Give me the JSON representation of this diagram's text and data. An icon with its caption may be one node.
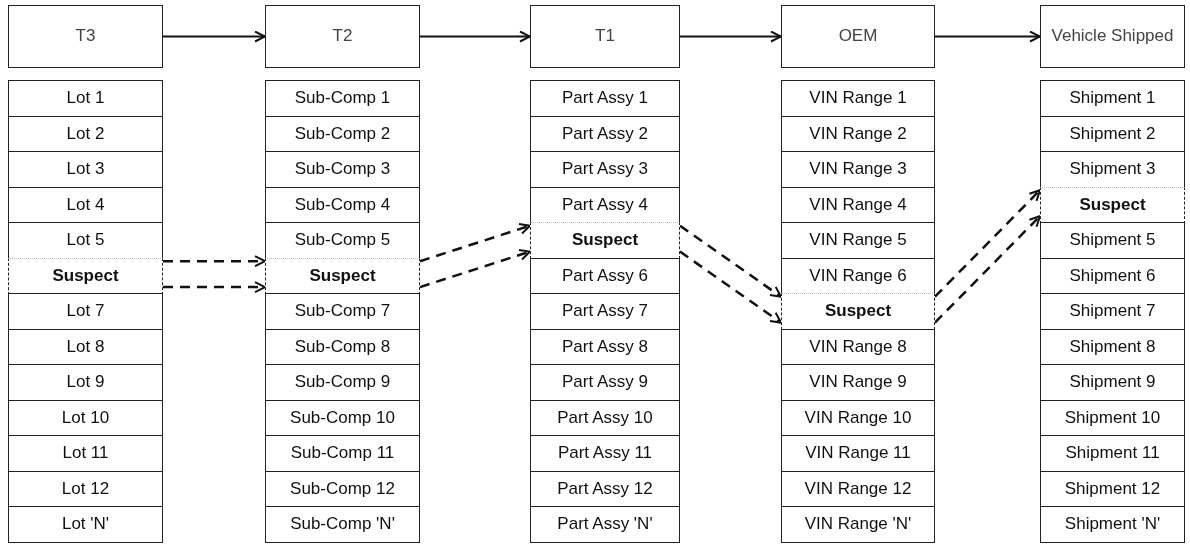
{
  "diagram": {
    "nodes": [
      {
        "text": [
          "T3"
        ]
      },
      {
        "text": [
          "T2"
        ]
      },
      {
        "text": [
          "T1"
        ]
      },
      {
        "text": [
          "OEM"
        ]
      },
      {
        "text": [
          "Vehicle Shipped"
        ]
      },
      {
        "text": [
          "Lot 1"
        ]
      },
      {
        "text": [
          "Lot 2"
        ]
      },
      {
        "text": [
          "Lot 3"
        ]
      },
      {
        "text": [
          "Lot 4"
        ]
      },
      {
        "text": [
          "Lot 5"
        ]
      },
      {
        "text": [
          "Suspect"
        ]
      },
      {
        "text": [
          "Lot 7"
        ]
      },
      {
        "text": [
          "Lot 8"
        ]
      },
      {
        "text": [
          "Lot 9"
        ]
      },
      {
        "text": [
          "Lot 10"
        ]
      },
      {
        "text": [
          "Lot 11"
        ]
      },
      {
        "text": [
          "Lot 12"
        ]
      },
      {
        "text": [
          "Lot 'N'"
        ]
      },
      {
        "text": [
          "Sub-Comp 1"
        ]
      },
      {
        "text": [
          "Sub-Comp 2"
        ]
      },
      {
        "text": [
          "Sub-Comp 3"
        ]
      },
      {
        "text": [
          "Sub-Comp 4"
        ]
      },
      {
        "text": [
          "Sub-Comp 5"
        ]
      },
      {
        "text": [
          "Suspect"
        ]
      },
      {
        "text": [
          "Sub-Comp 7"
        ]
      },
      {
        "text": [
          "Sub-Comp 8"
        ]
      },
      {
        "text": [
          "Sub-Comp 9"
        ]
      },
      {
        "text": [
          "Sub-Comp 10"
        ]
      },
      {
        "text": [
          "Sub-Comp 11"
        ]
      },
      {
        "text": [
          "Sub-Comp 12"
        ]
      },
      {
        "text": [
          "Sub-Comp 'N'"
        ]
      },
      {
        "text": [
          "Part Assy 1"
        ]
      },
      {
        "text": [
          "Part Assy 2"
        ]
      },
      {
        "text": [
          "Part Assy 3"
        ]
      },
      {
        "text": [
          "Part Assy 4"
        ]
      },
      {
        "text": [
          "Suspect"
        ]
      },
      {
        "text": [
          "Part Assy 6"
        ]
      },
      {
        "text": [
          "Part Assy 7"
        ]
      },
      {
        "text": [
          "Part Assy 8"
        ]
      },
      {
        "text": [
          "Part Assy 9"
        ]
      },
      {
        "text": [
          "Part Assy 10"
        ]
      },
      {
        "text": [
          "Part Assy 11"
        ]
      },
      {
        "text": [
          "Part Assy 12"
        ]
      },
      {
        "text": [
          "Part Assy 'N'"
        ]
      },
      {
        "text": [
          "VIN Range 1"
        ]
      },
      {
        "text": [
          "VIN Range 2"
        ]
      },
      {
        "text": [
          "VIN Range 3"
        ]
      },
      {
        "text": [
          "VIN Range 4"
        ]
      },
      {
        "text": [
          "VIN Range 5"
        ]
      },
      {
        "text": [
          "VIN Range 6"
        ]
      },
      {
        "text": [
          "Suspect"
        ]
      },
      {
        "text": [
          "VIN Range 8"
        ]
      },
      {
        "text": [
          "VIN Range 9"
        ]
      },
      {
        "text": [
          "VIN Range 10"
        ]
      },
      {
        "text": [
          "VIN Range 11"
        ]
      },
      {
        "text": [
          "VIN Range 12"
        ]
      },
      {
        "text": [
          "VIN Range 'N'"
        ]
      },
      {
        "text": [
          "Shipment 1"
        ]
      },
      {
        "text": [
          "Shipment 2"
        ]
      },
      {
        "text": [
          "Shipment 3"
        ]
      },
      {
        "text": [
          "Suspect"
        ]
      },
      {
        "text": [
          "Shipment 5"
        ]
      },
      {
        "text": [
          "Shipment 6"
        ]
      },
      {
        "text": [
          "Shipment 7"
        ]
      },
      {
        "text": [
          "Shipment 8"
        ]
      },
      {
        "text": [
          "Shipment 9"
        ]
      },
      {
        "text": [
          "Shipment 10"
        ]
      },
      {
        "text": [
          "Shipment 11"
        ]
      },
      {
        "text": [
          "Shipment 12"
        ]
      },
      {
        "text": [
          "Shipment 'N'"
        ]
      }
    ],
    "edges": [
      {
        "from": 0,
        "to": 1,
        "arrow": "to"
      },
      {
        "from": 1,
        "to": 2,
        "arrow": "to"
      },
      {
        "from": 2,
        "to": 3,
        "arrow": "to"
      },
      {
        "from": 3,
        "to": 4,
        "arrow": "to"
      },
      {
        "from": 10,
        "to": 23,
        "arrow": "to",
        "style": "dashed"
      },
      {
        "from": 10,
        "to": 23,
        "arrow": "to",
        "style": "dashed"
      },
      {
        "from": 23,
        "to": 35,
        "arrow": "to",
        "style": "dashed"
      },
      {
        "from": 23,
        "to": 35,
        "arrow": "to",
        "style": "dashed"
      },
      {
        "from": 35,
        "to": 50,
        "arrow": "to",
        "style": "dashed"
      },
      {
        "from": 35,
        "to": 50,
        "arrow": "to",
        "style": "dashed"
      },
      {
        "from": 50,
        "to": 60,
        "arrow": "to",
        "style": "dashed"
      },
      {
        "from": 50,
        "to": 60,
        "arrow": "to",
        "style": "dashed"
      }
    ]
  }
}
